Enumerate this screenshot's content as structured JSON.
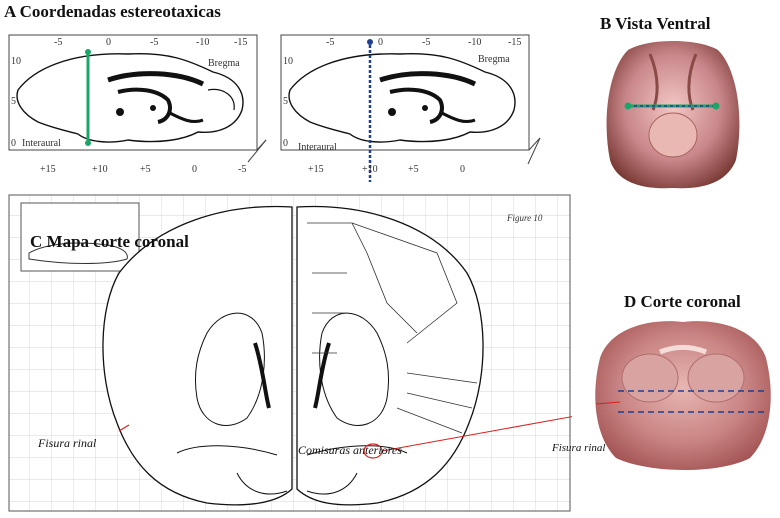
{
  "panels": {
    "a": {
      "title": "A Coordenadas estereotaxicas",
      "left": {
        "top_ticks": [
          "-5",
          "0",
          "-5",
          "-10",
          "-15"
        ],
        "bottom_ticks": [
          "+15",
          "+10",
          "+5",
          "0",
          "-5"
        ],
        "side_ticks": [
          "10",
          "5",
          "0"
        ],
        "bregma": "Bregma",
        "interaural": "Interaural"
      },
      "right": {
        "top_ticks": [
          "-5",
          "0",
          "-5",
          "-10",
          "-15"
        ],
        "bottom_ticks": [
          "+15",
          "+10",
          "+5",
          "0"
        ],
        "side_ticks": [
          "10",
          "5",
          "0"
        ],
        "bregma": "Bregma",
        "interaural": "Interaural"
      }
    },
    "b": {
      "title": "B Vista Ventral"
    },
    "c": {
      "title": "C Mapa corte coronal",
      "figure_label": "Figure 10",
      "label_fissure": "Fisura rinal",
      "label_commissure": "Comisuras anteriores"
    },
    "d": {
      "title": "D Corte coronal",
      "label_fissure": "Fisura rinal"
    }
  },
  "colors": {
    "guide_green": "#1aa56a",
    "guide_blue": "#1f3f8f",
    "marker_red": "#d92020",
    "tissue_pink": "#c9868a"
  }
}
